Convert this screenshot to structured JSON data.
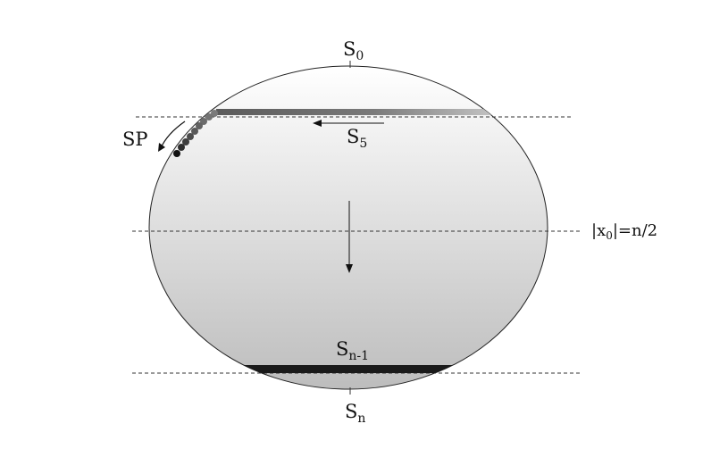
{
  "labels": {
    "top": {
      "main": "S",
      "sub": "0"
    },
    "s5": {
      "main": "S",
      "sub": "5"
    },
    "sn1": {
      "main": "S",
      "sub": "n-1"
    },
    "bottom": {
      "main": "S",
      "sub": "n"
    },
    "sp": "SP",
    "midline": {
      "prefix": "|x",
      "sub": "0",
      "suffix": "|=n/2"
    }
  },
  "colors": {
    "outline": "#222222",
    "gradient_top": "#ffffff",
    "gradient_bottom": "#bdbdbd",
    "bar_dark": "#1a1a1a",
    "dot_dark": "#111111",
    "dot_light": "#7a7a7a"
  }
}
